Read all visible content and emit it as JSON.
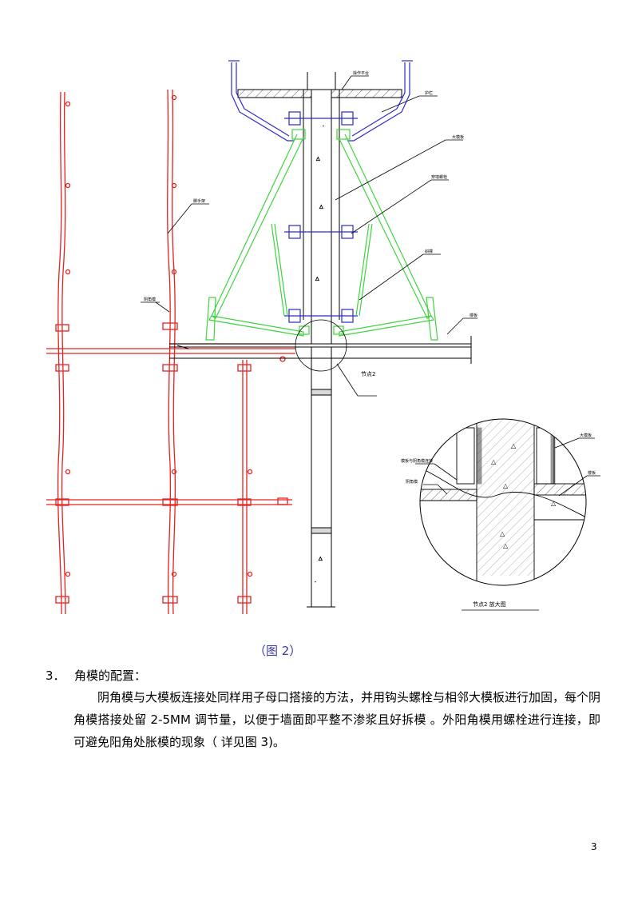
{
  "figure": {
    "caption": "（图 2）",
    "labels": {
      "top_platform": "操作平台",
      "guardrail": "护栏",
      "big_form": "大模板",
      "wall_bolt": "穿墙螺栓",
      "brace": "斜撑",
      "floor_slab": "楼板",
      "scaffold": "脚手架",
      "wall_angle": "阴角模",
      "node_mark": "节点2",
      "detail_left1": "模板与阴角模连接",
      "detail_left2": "阴角模",
      "detail_right1": "大模板",
      "detail_right2": "楼板",
      "detail_title": "节点2 放大图"
    }
  },
  "section": {
    "number": "3．",
    "title": "角模的配置："
  },
  "paragraph": "阴角模与大模板连接处同样用子母口搭接的方法，并用钩头螺栓与相邻大模板进行加固，每个阴角模搭接处留 2-5MM 调节量，以便于墙面即平整不渗浆且好拆模 。外阳角模用螺栓进行连接，即可避免阳角处胀模的现象（ 详见图 3)。",
  "page_number": "3",
  "colors": {
    "red": "#e8211f",
    "green": "#3fd43f",
    "blue": "#2a2acd",
    "caption": "#3a3aa8"
  }
}
